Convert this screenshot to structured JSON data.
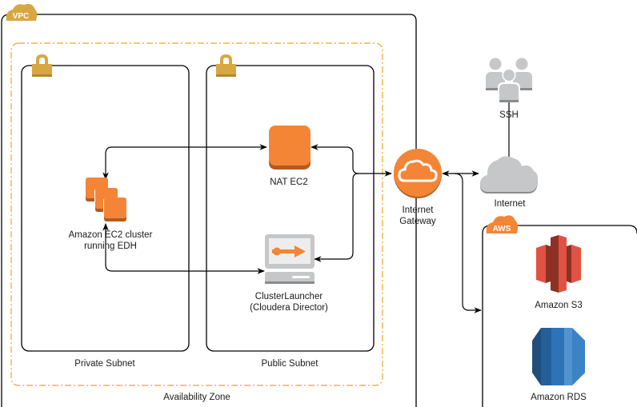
{
  "containers": {
    "vpc": {
      "badge": "VPC",
      "color": "#D9A741"
    },
    "availability_zone": {
      "label": "Availability Zone",
      "color": "#F0A32B"
    },
    "private_subnet": {
      "label": "Private Subnet"
    },
    "public_subnet": {
      "label": "Public Subnet"
    },
    "aws_cloud": {
      "badge": "AWS",
      "color": "#F58536"
    }
  },
  "nodes": {
    "ec2_cluster": {
      "line1": "Amazon EC2 cluster",
      "line2": "running EDH",
      "icon": "ec2-instances-icon"
    },
    "nat_ec2": {
      "label": "NAT EC2",
      "icon": "ec2-instance-icon"
    },
    "cluster_launcher": {
      "line1": "ClusterLauncher",
      "line2": "(Cloudera Director)",
      "icon": "client-computer-icon"
    },
    "internet_gateway": {
      "line1": "Internet",
      "line2": "Gateway",
      "icon": "internet-gateway-icon"
    },
    "internet": {
      "label": "Internet",
      "icon": "cloud-icon"
    },
    "ssh": {
      "label": "SSH",
      "icon": "users-icon"
    },
    "s3": {
      "label": "Amazon S3",
      "icon": "s3-icon"
    },
    "rds": {
      "label": "Amazon RDS",
      "icon": "rds-icon"
    }
  },
  "edges": [
    {
      "from": "ec2_cluster",
      "to": "nat_ec2",
      "direction": "bidirectional"
    },
    {
      "from": "ec2_cluster",
      "to": "cluster_launcher",
      "direction": "bidirectional"
    },
    {
      "from": "nat_ec2",
      "to": "internet_gateway",
      "direction": "bidirectional"
    },
    {
      "from": "cluster_launcher",
      "to": "internet_gateway",
      "direction": "bidirectional"
    },
    {
      "from": "internet_gateway",
      "to": "internet",
      "direction": "bidirectional"
    },
    {
      "from": "internet_gateway",
      "to": "aws_cloud",
      "direction": "bidirectional"
    },
    {
      "from": "ssh",
      "to": "internet",
      "direction": "none"
    }
  ],
  "colors": {
    "orange": "#F58536",
    "orange_dark": "#B35A22",
    "gray": "#C6C7C8",
    "gray_dark": "#8A8B8C",
    "s3_red": "#E05243",
    "s3_dark": "#8C3123",
    "rds_blue": "#2E73B8"
  }
}
